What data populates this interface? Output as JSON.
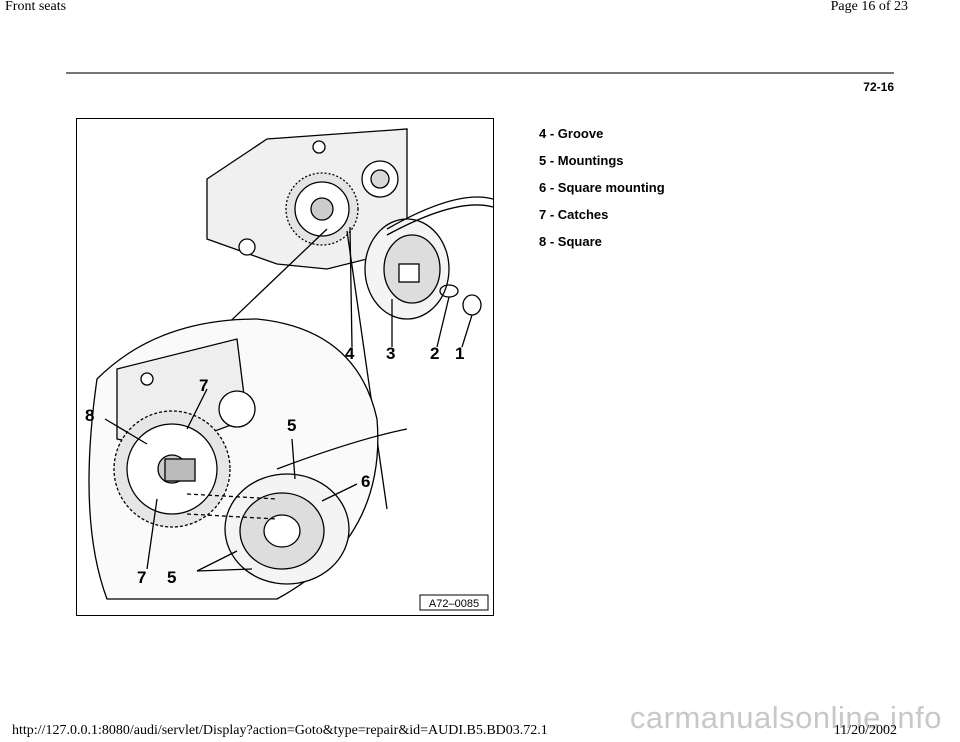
{
  "header": {
    "title": "Front seats",
    "page": "Page 16 of 23"
  },
  "page_code": "72-16",
  "figure": {
    "callouts": [
      "4",
      "3",
      "2",
      "1",
      "7",
      "8",
      "5",
      "6",
      "7",
      "5"
    ],
    "code": "A72–0085"
  },
  "legend": [
    "4 - Groove",
    "5 - Mountings",
    "6 - Square mounting",
    "7 - Catches",
    "8 - Square"
  ],
  "footer": {
    "url": "http://127.0.0.1:8080/audi/servlet/Display?action=Goto&type=repair&id=AUDI.B5.BD03.72.1",
    "date": "11/20/2002"
  },
  "watermark": "carmanualsonline.info"
}
